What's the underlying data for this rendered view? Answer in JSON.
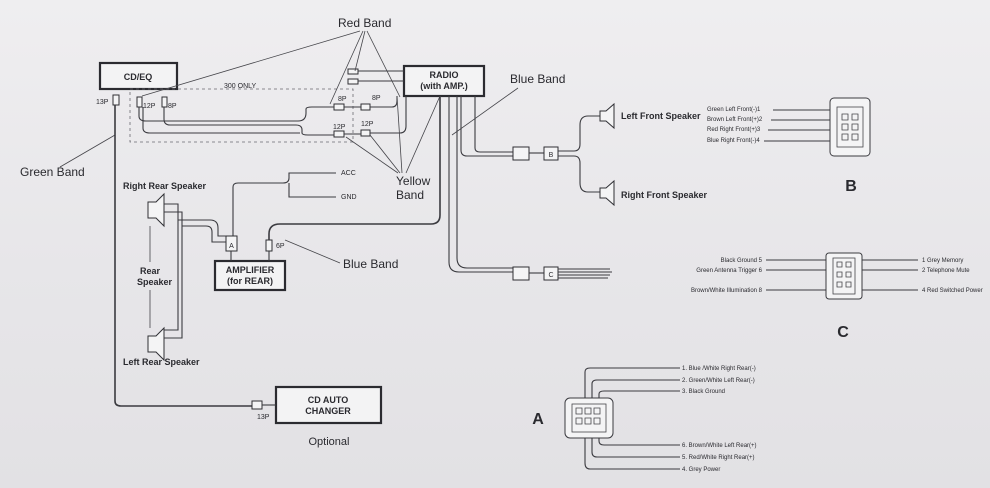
{
  "units": {
    "cd_eq": "CD/EQ",
    "radio_line1": "RADIO",
    "radio_line2": "(with AMP.)",
    "amplifier_line1": "AMPLIFIER",
    "amplifier_line2": "(for REAR)",
    "changer_line1": "CD AUTO",
    "changer_line2": "CHANGER",
    "optional": "Optional"
  },
  "bands": {
    "red": "Red Band",
    "blue_top": "Blue Band",
    "blue_bottom": "Blue Band",
    "green": "Green Band",
    "yellow_line1": "Yellow",
    "yellow_line2": "Band"
  },
  "notes": {
    "only_300": "300 ONLY"
  },
  "pins": {
    "p13_cd": "13P",
    "p12_left": "12P",
    "p8_left": "8P",
    "p8_radio": "8P",
    "p12_radio_a": "12P",
    "p8_mid": "8P",
    "p12_radio_b": "12P",
    "p6_amp": "6P",
    "p13_changer": "13P"
  },
  "wires": {
    "acc": "ACC",
    "gnd": "GND"
  },
  "speakers": {
    "left_front": "Left Front Speaker",
    "right_front": "Right Front Speaker",
    "right_rear": "Right Rear Speaker",
    "left_rear": "Left Rear Speaker",
    "rear_line1": "Rear",
    "rear_line2": "Speaker"
  },
  "connector_tags": {
    "a": "A",
    "b": "B",
    "c": "C"
  },
  "connector_b": {
    "label": "B",
    "pins": [
      "Green Left Front(-)1",
      "Brown Left Front(+)2",
      "Red Right Front(+)3",
      "Blue Right Front(-)4"
    ]
  },
  "connector_c": {
    "label": "C",
    "left_pins": [
      "Black Ground 5",
      "Green Antenna Trigger 6",
      "Brown/White Illumination 8"
    ],
    "right_pins": [
      "1 Grey Memory",
      "2 Telephone Mute",
      "4 Red Switched Power"
    ]
  },
  "connector_a": {
    "label": "A",
    "top_pins": [
      "1. Blue /White Right Rear(-)",
      "2. Green/White Left Rear(-)",
      "3. Black Ground"
    ],
    "bottom_pins": [
      "6. Brown/White Left Rear(+)",
      "5. Red/White Right Rear(+)",
      "4. Grey Power"
    ]
  },
  "colors": {
    "ink": "#2b2b30",
    "paper": "#ececee"
  }
}
